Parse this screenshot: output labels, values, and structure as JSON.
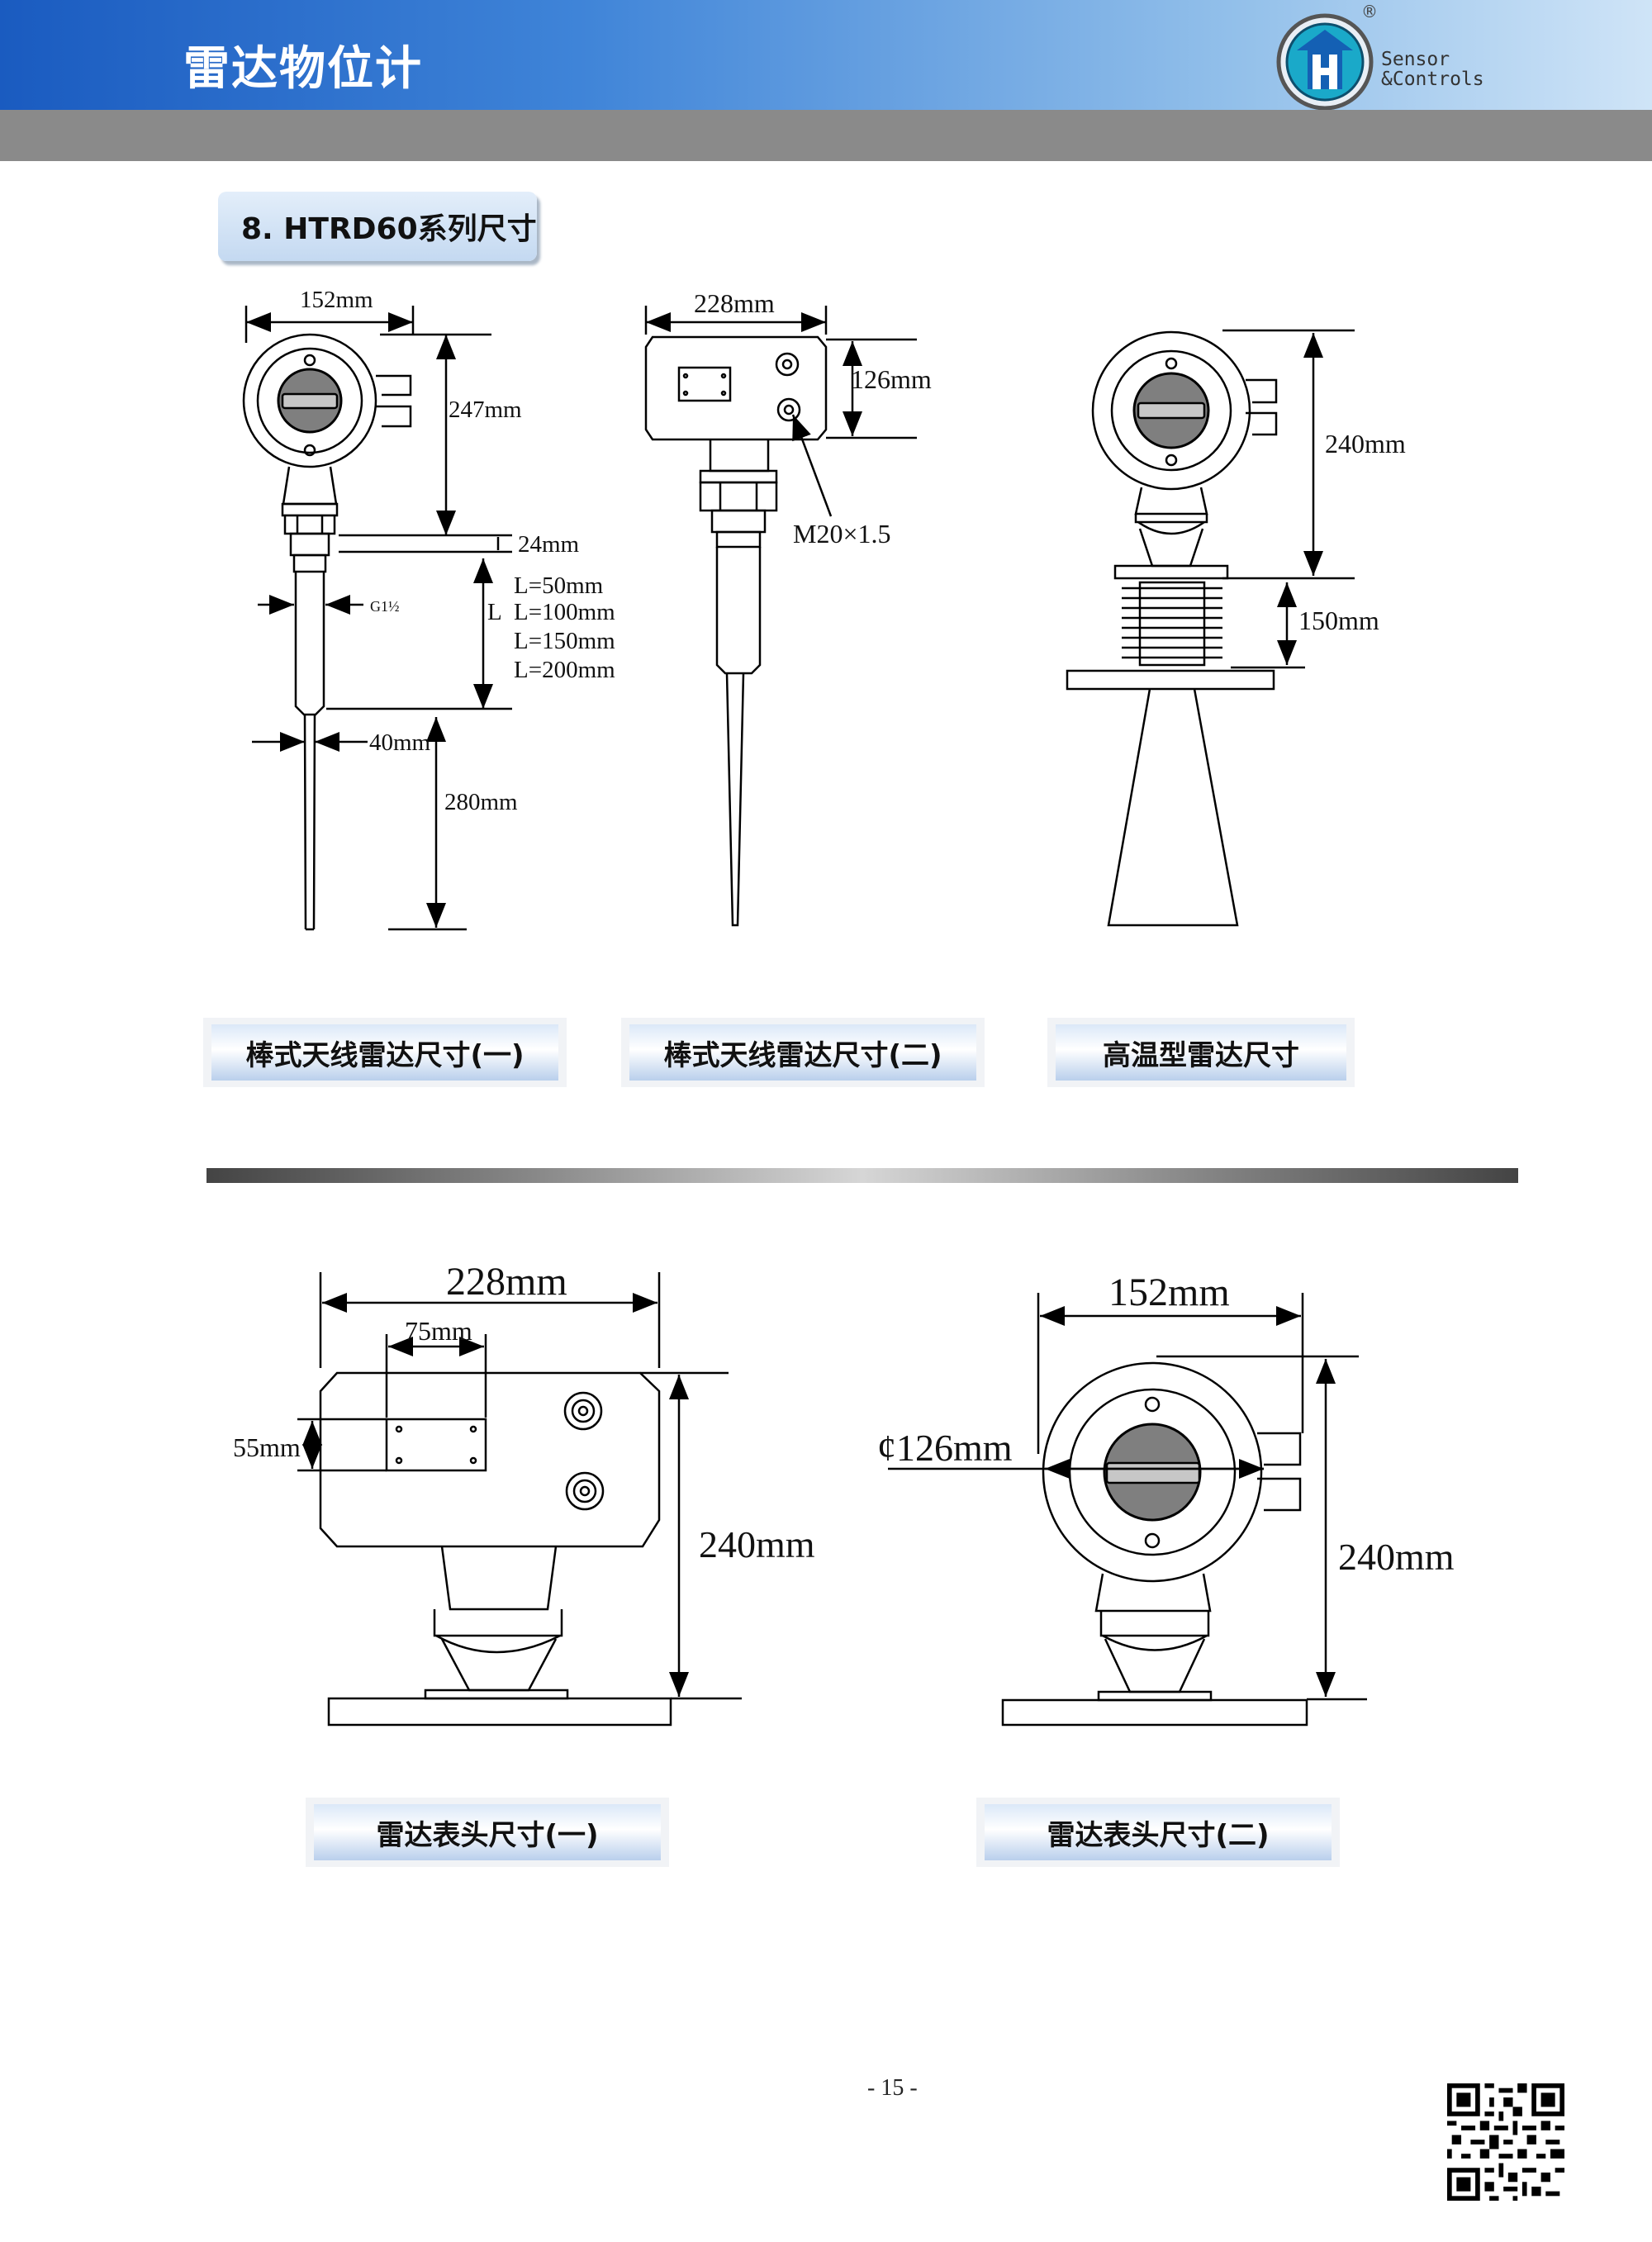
{
  "header": {
    "title": "雷达物位计",
    "logo_line1": "Sensor",
    "logo_line2": "&Controls",
    "registered_mark": "®"
  },
  "section": {
    "title": "8. HTRD60系列尺寸"
  },
  "figures": {
    "rod1": {
      "caption": "棒式天线雷达尺寸(一)",
      "dims": {
        "width": "152mm",
        "height": "247mm",
        "thread_h": "24mm",
        "l_label": "L",
        "l50": "L=50mm",
        "l100": "L=100mm",
        "l150": "L=150mm",
        "l200": "L=200mm",
        "thread": "G1½",
        "rod_dia": "40mm",
        "rod_len": "280mm"
      }
    },
    "rod2": {
      "caption": "棒式天线雷达尺寸(二)",
      "dims": {
        "width": "228mm",
        "height": "126mm",
        "cable": "M20×1.5"
      }
    },
    "hightemp": {
      "caption": "高温型雷达尺寸",
      "dims": {
        "height": "240mm",
        "fins": "150mm"
      }
    },
    "head1": {
      "caption": "雷达表头尺寸(一)",
      "dims": {
        "width": "228mm",
        "window": "75mm",
        "window_h": "55mm",
        "height": "240mm"
      }
    },
    "head2": {
      "caption": "雷达表头尺寸(二)",
      "dims": {
        "width": "152mm",
        "diameter": "¢126mm",
        "height": "240mm"
      }
    }
  },
  "page_number": "- 15 -"
}
